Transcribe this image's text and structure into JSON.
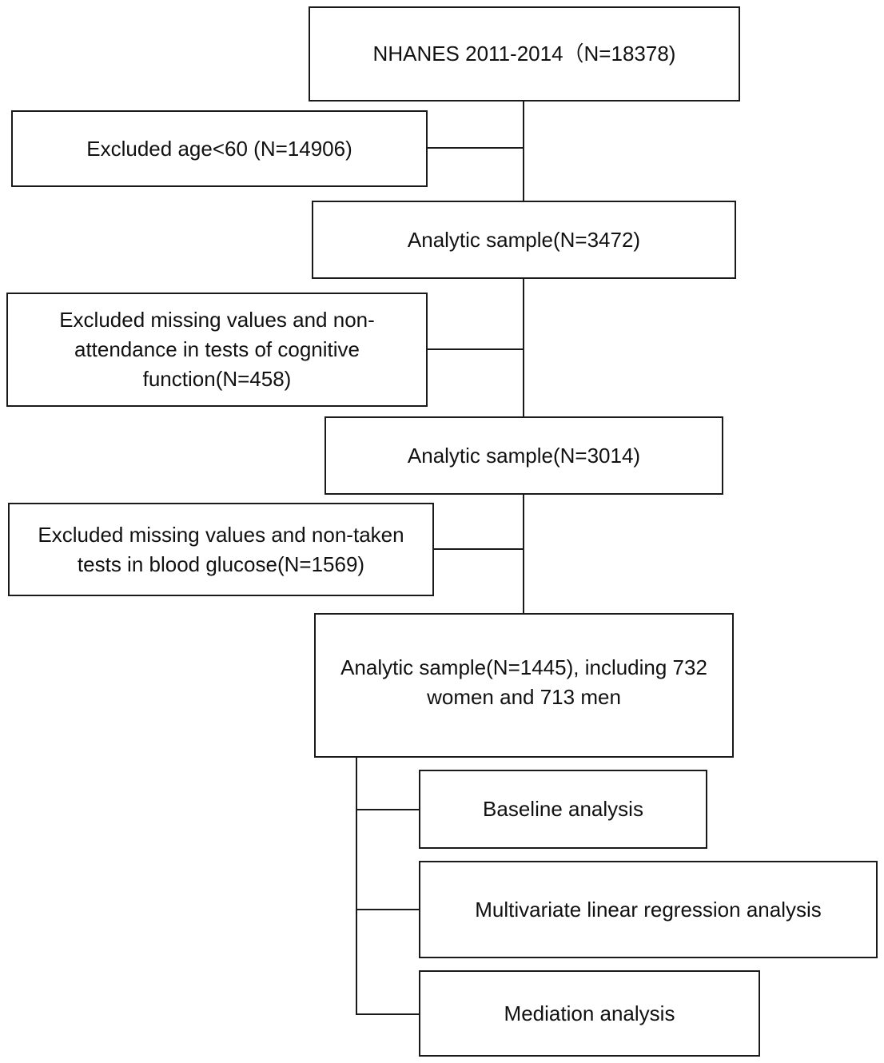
{
  "flowchart": {
    "population": "NHANES 2011-2014（N=18378)",
    "exclusion_age": "Excluded age<60 (N=14906)",
    "sample_1": "Analytic sample(N=3472)",
    "exclusion_cognitive": "Excluded missing values and non-attendance in tests of cognitive function(N=458)",
    "sample_2": "Analytic sample(N=3014)",
    "exclusion_glucose": "Excluded missing values and non-taken tests in blood glucose(N=1569)",
    "sample_final": "Analytic sample(N=1445), including 732 women and 713 men",
    "analyses": [
      "Baseline analysis",
      "Multivariate linear regression analysis",
      "Mediation analysis"
    ]
  }
}
